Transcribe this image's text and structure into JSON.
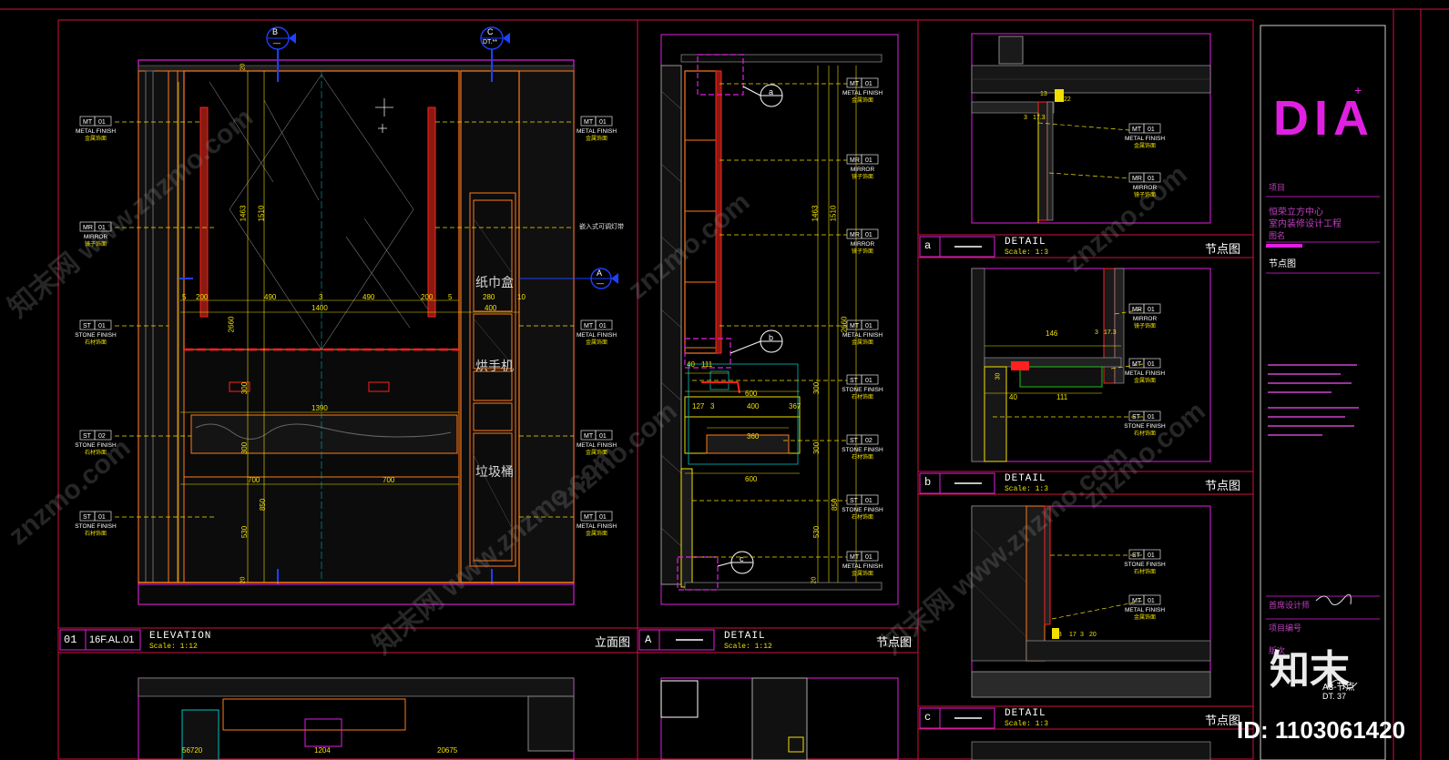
{
  "colors": {
    "frame": "#d01040",
    "magenta": "#e020e0",
    "orange": "#ff7a1a",
    "yellow": "#f0e000",
    "white": "#ffffff",
    "blue": "#2040ff",
    "cyan": "#00d0d0",
    "green": "#20c020",
    "red": "#ff2020",
    "grey": "#6a6a6a"
  },
  "markers": {
    "b": {
      "letter": "B",
      "ref": "—"
    },
    "c": {
      "letter": "C",
      "ref": "DT.**"
    },
    "a_side": {
      "letter": "A",
      "ref": "—"
    }
  },
  "elevation": {
    "left_labels": [
      {
        "code": "MT",
        "num": "01",
        "line1": "METAL FINISH",
        "line2": "金属饰面"
      },
      {
        "code": "MR",
        "num": "01",
        "line1": "MIRROR",
        "line2": "镜子饰面"
      },
      {
        "code": "ST",
        "num": "01",
        "line1": "STONE FINISH",
        "line2": "石材饰面"
      },
      {
        "code": "ST",
        "num": "02",
        "line1": "STONE FINISH",
        "line2": "石材饰面"
      },
      {
        "code": "ST",
        "num": "01",
        "line1": "STONE FINISH",
        "line2": "石材饰面"
      }
    ],
    "right_labels": [
      {
        "code": "MT",
        "num": "01",
        "line1": "METAL FINISH",
        "line2": "金属饰面"
      },
      {
        "code": "MT",
        "num": "01",
        "line1": "METAL FINISH",
        "line2": "金属饰面"
      },
      {
        "code": "MT",
        "num": "01",
        "line1": "METAL FINISH",
        "line2": "金属饰面"
      },
      {
        "code": "MT",
        "num": "01",
        "line1": "METAL FINISH",
        "line2": "金属饰面"
      }
    ],
    "note_right": "嵌入式可调灯带",
    "cabinet_labels": [
      "纸巾盒",
      "烘手机",
      "垃圾桶"
    ],
    "dims": {
      "h1463": "1463",
      "h1510": "1510",
      "h2660": "2660",
      "h300a": "300",
      "h300b": "300",
      "h850": "850",
      "h530": "530",
      "h20a": "20",
      "h20b": "20",
      "w200a": "200",
      "w490a": "490",
      "w490b": "490",
      "w200b": "200",
      "w1400": "1400",
      "w1390": "1390",
      "w700a": "700",
      "w700b": "700",
      "w280": "280",
      "w400": "400",
      "w10": "10",
      "w5a": "5",
      "w3a": "3",
      "w5b": "5"
    },
    "title": {
      "num": "01",
      "sheet": "16F.AL.01",
      "name": "ELEVATION",
      "scale_label": "Scale:",
      "scale": "1:12",
      "cn": "立面图"
    }
  },
  "section": {
    "labels": [
      {
        "code": "MT",
        "num": "01",
        "line1": "METAL FINISH",
        "line2": "金属饰面"
      },
      {
        "code": "MR",
        "num": "01",
        "line1": "MIRROR",
        "line2": "镜子饰面"
      },
      {
        "code": "MR",
        "num": "01",
        "line1": "MIRROR",
        "line2": "镜子饰面"
      },
      {
        "code": "MT",
        "num": "01",
        "line1": "METAL FINISH",
        "line2": "金属饰面"
      },
      {
        "code": "ST",
        "num": "01",
        "line1": "STONE FINISH",
        "line2": "石材饰面"
      },
      {
        "code": "ST",
        "num": "02",
        "line1": "STONE FINISH",
        "line2": "石材饰面"
      },
      {
        "code": "ST",
        "num": "01",
        "line1": "STONE FINISH",
        "line2": "石材饰面"
      },
      {
        "code": "MT",
        "num": "01",
        "line1": "METAL FINISH",
        "line2": "金属饰面"
      }
    ],
    "callouts": [
      "a",
      "b",
      "c"
    ],
    "dims": {
      "d600a": "600",
      "d127": "127",
      "d3": "3",
      "d400": "400",
      "d367": "367",
      "d360": "360",
      "d600b": "600",
      "d40": "40",
      "d111": "111",
      "v1463": "1463",
      "v1510": "1510",
      "v2660": "2660",
      "v300a": "300",
      "v300b": "300",
      "v850": "850",
      "v530": "530",
      "v20": "20"
    },
    "title": {
      "letter": "A",
      "name": "DETAIL",
      "scale_label": "Scale:",
      "scale": "1:12",
      "cn": "节点图"
    }
  },
  "details": [
    {
      "letter": "a",
      "name": "DETAIL",
      "scale_label": "Scale:",
      "scale": "1:3",
      "cn": "节点图",
      "labels": [
        {
          "code": "MT",
          "num": "01",
          "line1": "METAL FINISH",
          "line2": "金属饰面"
        },
        {
          "code": "MR",
          "num": "01",
          "line1": "MIRROR",
          "line2": "镜子饰面"
        }
      ],
      "dims": [
        "13",
        "22",
        "3",
        "17.3"
      ]
    },
    {
      "letter": "b",
      "name": "DETAIL",
      "scale_label": "Scale:",
      "scale": "1:3",
      "cn": "节点图",
      "labels": [
        {
          "code": "MR",
          "num": "01",
          "line1": "MIRROR",
          "line2": "镜子饰面"
        },
        {
          "code": "MT",
          "num": "01",
          "line1": "METAL FINISH",
          "line2": "金属饰面"
        },
        {
          "code": "ST",
          "num": "01",
          "line1": "STONE FINISH",
          "line2": "石材饰面"
        }
      ],
      "dims": [
        "146",
        "3",
        "17.3",
        "30",
        "40",
        "111"
      ]
    },
    {
      "letter": "c",
      "name": "DETAIL",
      "scale_label": "Scale:",
      "scale": "1:3",
      "cn": "节点图",
      "labels": [
        {
          "code": "ST",
          "num": "01",
          "line1": "STONE FINISH",
          "line2": "石材饰面"
        },
        {
          "code": "MT",
          "num": "01",
          "line1": "METAL FINISH",
          "line2": "金属饰面"
        }
      ],
      "dims": [
        "13",
        "17",
        "3",
        "20"
      ]
    }
  ],
  "title_block": {
    "logo": "DIA",
    "project_label": "项目",
    "project_name_1": "恒荣立方中心",
    "project_name_2": "室内装修设计工程",
    "drawing_label": "图名",
    "drawing_name": "节点图",
    "designer_label": "首席设计师",
    "project_no_label": "项目编号",
    "version_label": "版次",
    "sheet_code": "DT. 37",
    "sheet_no": "A3-节点"
  },
  "watermark": {
    "site": "znzmo.com",
    "site_cn": "知末网 www.znzmo.com",
    "brand": "知末",
    "id_text": "ID: 1103061420"
  },
  "bottom_dims": {
    "left": "56720",
    "mid": "1204",
    "right": "20675"
  }
}
